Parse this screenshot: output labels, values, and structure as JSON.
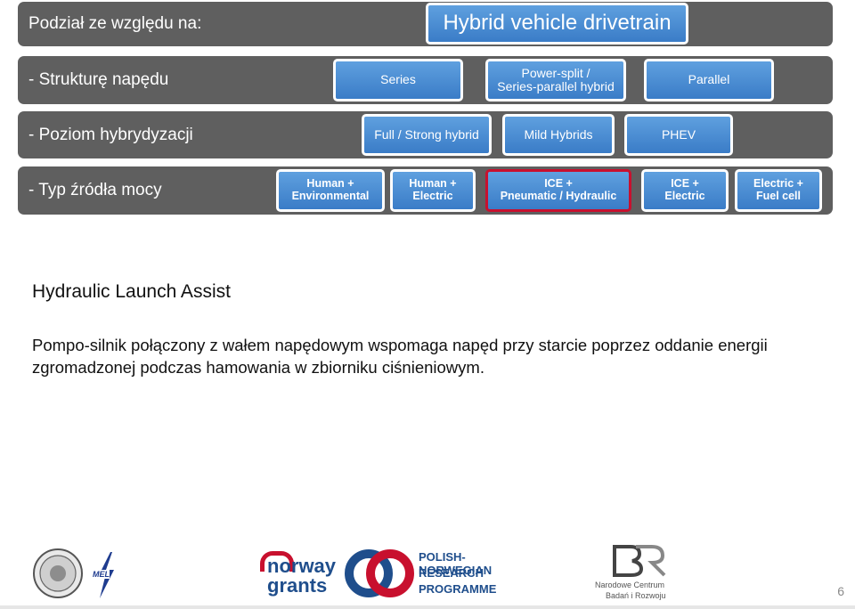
{
  "header": {
    "label": "Podział ze względu na:",
    "title": "Hybrid vehicle drivetrain"
  },
  "rows": [
    {
      "label": "- Strukturę napędu",
      "options": [
        {
          "lines": [
            "Series"
          ]
        },
        {
          "lines": [
            "Power-split  /",
            "Series-parallel hybrid"
          ]
        },
        {
          "lines": [
            "Parallel"
          ]
        }
      ]
    },
    {
      "label": "- Poziom hybrydyzacji",
      "options": [
        {
          "lines": [
            "Full / Strong  hybrid"
          ]
        },
        {
          "lines": [
            "Mild Hybrids"
          ]
        },
        {
          "lines": [
            "PHEV"
          ]
        }
      ]
    },
    {
      "label": "- Typ źródła mocy",
      "options": [
        {
          "lines": [
            "Human +",
            "Environmental"
          ]
        },
        {
          "lines": [
            "Human +",
            "Electric"
          ]
        },
        {
          "lines": [
            "ICE +",
            "Pneumatic / Hydraulic"
          ],
          "selected": true
        },
        {
          "lines": [
            "ICE +",
            "Electric"
          ]
        },
        {
          "lines": [
            "Electric +",
            "Fuel cell"
          ]
        }
      ]
    }
  ],
  "content": {
    "heading": "Hydraulic Launch Assist",
    "description": "Pompo-silnik połączony z wałem napędowym wspomaga napęd przy starcie poprzez oddanie energii zgromadzonej podczas hamowania w zbiorniku ciśnieniowym."
  },
  "footer": {
    "logos": {
      "mel": "MEL",
      "norway_top": "norway",
      "norway_bottom": "grants",
      "pn_line1": "POLISH-NORWEGIAN",
      "pn_line2": "RESEARCH",
      "pn_line3": "PROGRAMME",
      "ncbr_line1": "Narodowe Centrum",
      "ncbr_line2": "Badań i Rozwoju"
    },
    "page_number": "6"
  },
  "colors": {
    "band": "#5f5f5f",
    "box": "#4a8bd2",
    "selected_border": "#c8102e"
  }
}
